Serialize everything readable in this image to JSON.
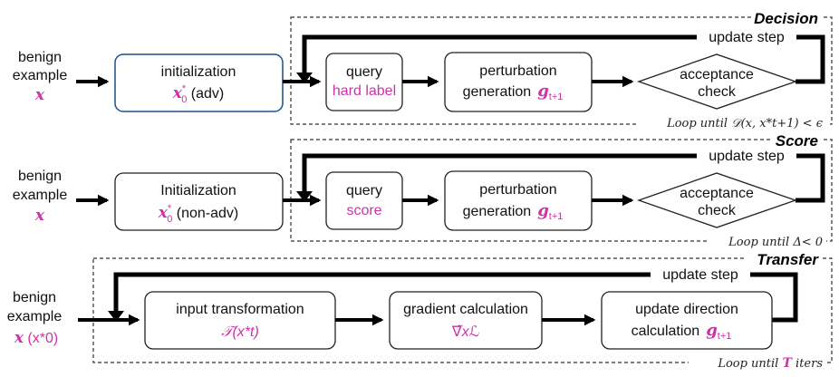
{
  "colors": {
    "accent": "#cc33aa",
    "init_border": "#1f4e8c"
  },
  "common": {
    "benign": "benign",
    "example": "example",
    "x": "x",
    "query": "query",
    "perturbation": "perturbation",
    "generation": "generation",
    "g": "g",
    "g_sub": "t+1",
    "acceptance": "acceptance",
    "check": "check",
    "update_step": "update step"
  },
  "decision": {
    "title": "Decision",
    "init_label": "initialization",
    "init_math": "x",
    "init_sup": "*",
    "init_sub": "0",
    "init_suffix": " (adv)",
    "query_kind": "hard label",
    "loop": "Loop until 𝒟(x, x*t+1) < ϵ"
  },
  "score": {
    "title": "Score",
    "init_label": "Initialization",
    "init_math": "x",
    "init_sup": "*",
    "init_sub": "0",
    "init_suffix": " (non-adv)",
    "query_kind": "score",
    "loop": "Loop until Δ< 0"
  },
  "transfer": {
    "title": "Transfer",
    "x_suffix": " (x*0)",
    "input_label": "input transformation",
    "input_math": "𝒯(x*t)",
    "grad_label": "gradient calculation",
    "grad_math": "∇̃xℒ",
    "update_label1": "update direction",
    "update_label2": "calculation",
    "loop_prefix": "Loop until ",
    "loop_T": "T",
    "loop_suffix": " iters"
  }
}
